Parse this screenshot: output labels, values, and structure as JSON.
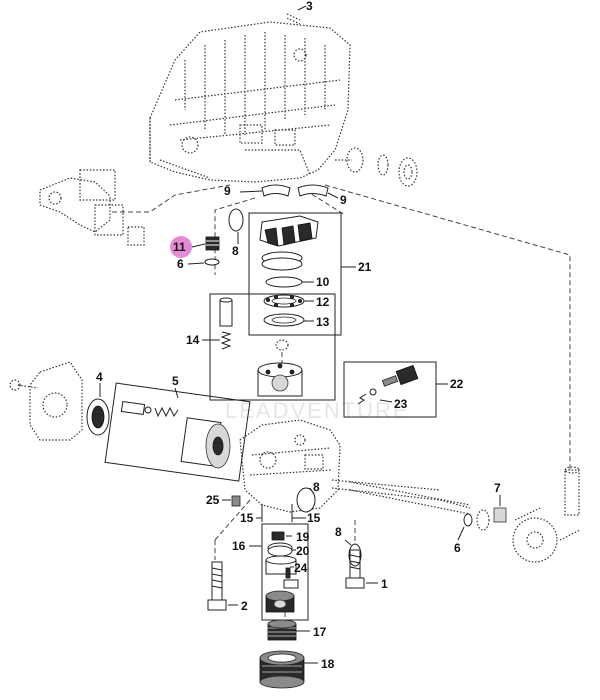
{
  "labels": {
    "l1": "1",
    "l2": "2",
    "l3": "3",
    "l4": "4",
    "l5": "5",
    "l6a": "6",
    "l6b": "6",
    "l7": "7",
    "l8a": "8",
    "l8b": "8",
    "l8c": "8",
    "l9a": "9",
    "l9b": "9",
    "l11": "11",
    "l12": "12",
    "l13": "13",
    "l14": "14",
    "l15a": "15",
    "l15b": "15",
    "l16": "16",
    "l17": "17",
    "l18": "18",
    "l19": "19",
    "l20": "20",
    "l21": "21",
    "l22": "22",
    "l23": "23",
    "l24": "24",
    "l25": "25",
    "l10": "10"
  },
  "colors": {
    "highlight": "#e58bd6",
    "ink": "#111111"
  },
  "watermark": "LEADVENTURE"
}
